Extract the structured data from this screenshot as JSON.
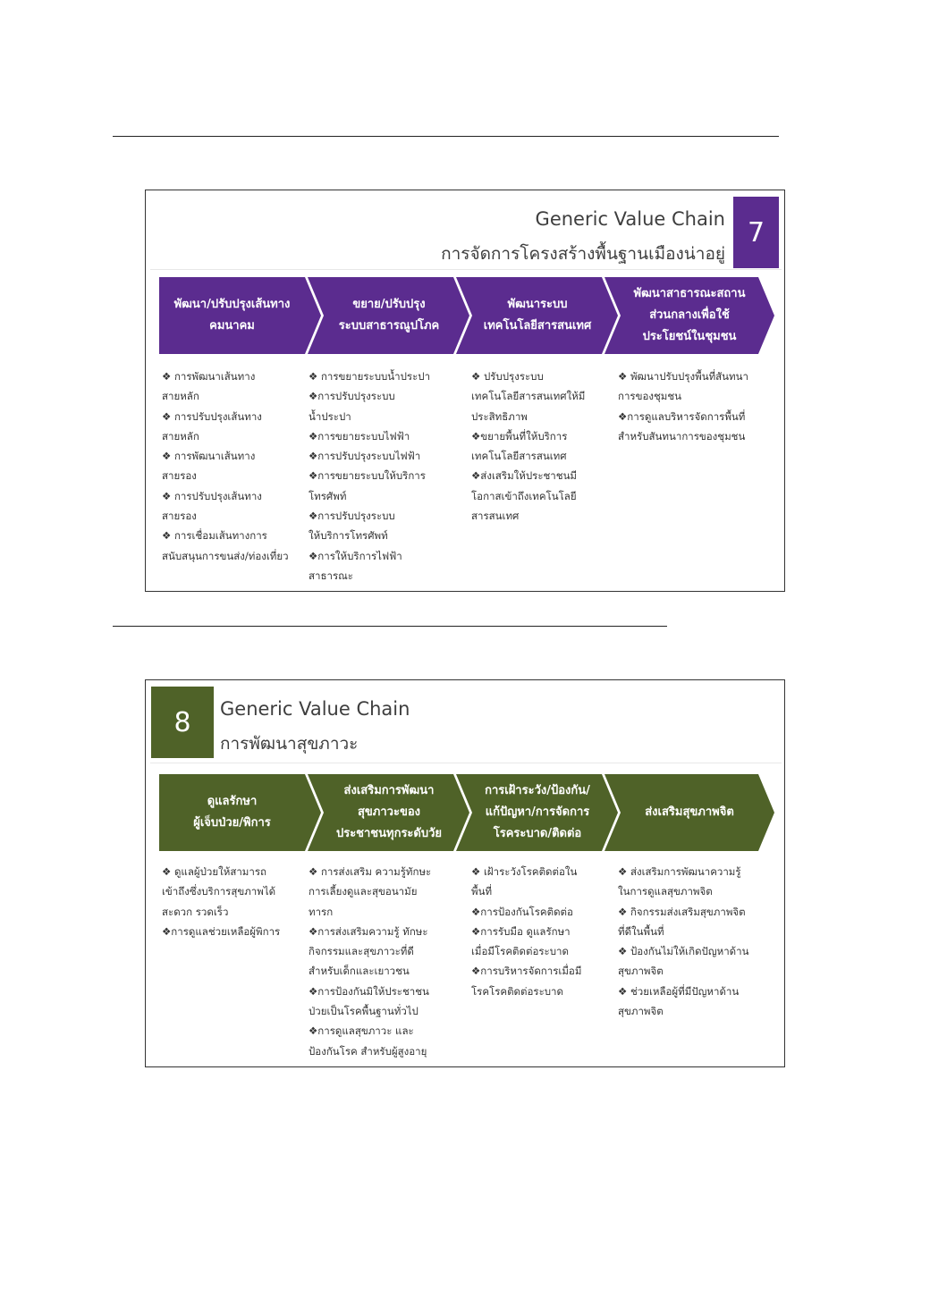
{
  "panel7": {
    "title": "Generic Value Chain",
    "subtitle": "การจัดการโครงสร้างพื้นฐานเมืองน่าอยู่",
    "badge": "7",
    "color": "#5b2c8f",
    "stages": [
      "พัฒนา/ปรับปรุงเส้นทาง\nคมนาคม",
      "ขยาย/ปรับปรุง\nระบบสาธารณูปโภค",
      "พัฒนาระบบ\nเทคโนโลยีสารสนเทศ",
      "พัฒนาสาธารณะสถาน\nส่วนกลางเพื่อใช้\nประโยชน์ในชุมชน"
    ],
    "columns": [
      [
        "❖ การพัฒนาเส้นทาง\nสายหลัก",
        "❖ การปรับปรุงเส้นทาง\nสายหลัก",
        "❖ การพัฒนาเส้นทาง\nสายรอง",
        "❖ การปรับปรุงเส้นทาง\nสายรอง",
        "❖ การเชื่อมเส้นทางการ\nสนับสนุนการขนส่ง/ท่องเที่ยว"
      ],
      [
        "❖ การขยายระบบน้ำประปา",
        "❖การปรับปรุงระบบ\nน้ำประปา",
        "❖การขยายระบบไฟฟ้า",
        "❖การปรับปรุงระบบไฟฟ้า",
        "❖การขยายระบบให้บริการ\nโทรศัพท์",
        "❖การปรับปรุงระบบ\nให้บริการโทรศัพท์",
        "❖การให้บริการไฟฟ้า\nสาธารณะ"
      ],
      [
        "❖ ปรับปรุงระบบ\nเทคโนโลยีสารสนเทศให้มี\nประสิทธิภาพ",
        "❖ขยายพื้นที่ให้บริการ\nเทคโนโลยีสารสนเทศ",
        "❖ส่งเสริมให้ประชาชนมี\nโอกาสเข้าถึงเทคโนโลยี\nสารสนเทศ"
      ],
      [
        "❖ พัฒนาปรับปรุงพื้นที่สันทนา\nการของชุมชน",
        "❖การดูแลบริหารจัดการพื้นที่\nสำหรับสันทนาการของชุมชน"
      ]
    ]
  },
  "panel8": {
    "title": "Generic Value Chain",
    "subtitle": "การพัฒนาสุขภาวะ",
    "badge": "8",
    "color": "#4f6228",
    "stages": [
      "ดูแลรักษา\nผู้เจ็บป่วย/พิการ",
      "ส่งเสริมการพัฒนา\nสุขภาวะของ\nประชาชนทุกระดับวัย",
      "การเฝ้าระวัง/ป้องกัน/\nแก้ปัญหา/การจัดการ\nโรคระบาด/ติดต่อ",
      "ส่งเสริมสุขภาพจิต"
    ],
    "columns": [
      [
        "❖ ดูแลผู้ป่วยให้สามารถ\nเข้าถึงซึ่งบริการสุขภาพได้\nสะดวก รวดเร็ว",
        "❖การดูแลช่วยเหลือผู้พิการ"
      ],
      [
        "❖ การส่งเสริม ความรู้ทักษะ\nการเลี้ยงดูและสุขอนามัย\nทารก",
        "❖การส่งเสริมความรู้ ทักษะ\nกิจกรรมและสุขภาวะที่ดี\nสำหรับเด็กและเยาวชน",
        "❖การป้องกันมิให้ประชาชน\nป่วยเป็นโรคพื้นฐานทั่วไป",
        "❖การดูแลสุขภาวะ และ\nป้องกันโรค สำหรับผู้สูงอายุ"
      ],
      [
        "❖ เฝ้าระวังโรคติดต่อใน\nพื้นที่",
        "❖การป้องกันโรคติดต่อ",
        "❖การรับมือ ดูแลรักษา\nเมื่อมีโรคติดต่อระบาด",
        "❖การบริหารจัดการเมื่อมี\nโรคโรคติดต่อระบาด"
      ],
      [
        "❖ ส่งเสริมการพัฒนาความรู้\nในการดูแลสุขภาพจิต",
        "❖ กิจกรรมส่งเสริมสุขภาพจิต\nที่ดีในพื้นที่",
        "❖ ป้องกันไม่ให้เกิดปัญหาด้าน\nสุขภาพจิต",
        "❖ ช่วยเหลือผู้ที่มีปัญหาด้าน\nสุขภาพจิต"
      ]
    ]
  }
}
